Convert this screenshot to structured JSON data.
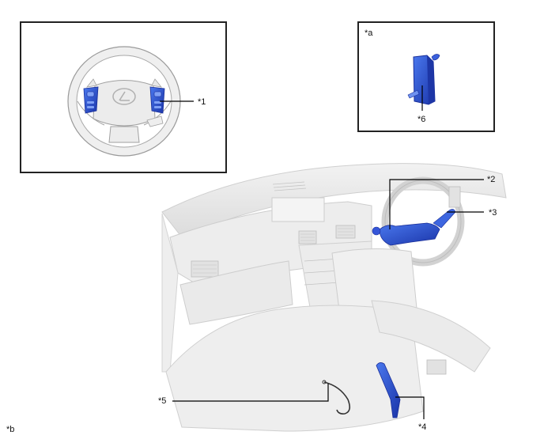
{
  "diagram": {
    "type": "component-location-illustration",
    "view_labels": {
      "inset_a": "*a",
      "main_view": "*b"
    },
    "callouts": [
      {
        "id": "1",
        "label": "*1",
        "target": "steering pad switches (left & right)"
      },
      {
        "id": "2",
        "label": "*2",
        "target": "combination switch assembly (column)"
      },
      {
        "id": "3",
        "label": "*3",
        "target": "wiper/headlight switch lever"
      },
      {
        "id": "4",
        "label": "*4",
        "target": "lever/handle near console side"
      },
      {
        "id": "5",
        "label": "*5",
        "target": "wire harness/cable near seat"
      },
      {
        "id": "6",
        "label": "*6",
        "target": "control module (inset *a)"
      }
    ],
    "colors": {
      "highlight_part": "#2a4fd0",
      "highlight_dark": "#1a2f9a",
      "body_grey": "#e6e6e6",
      "outline_grey": "#c8c8c8",
      "leader_line": "#000000",
      "box_border": "#222222"
    }
  }
}
